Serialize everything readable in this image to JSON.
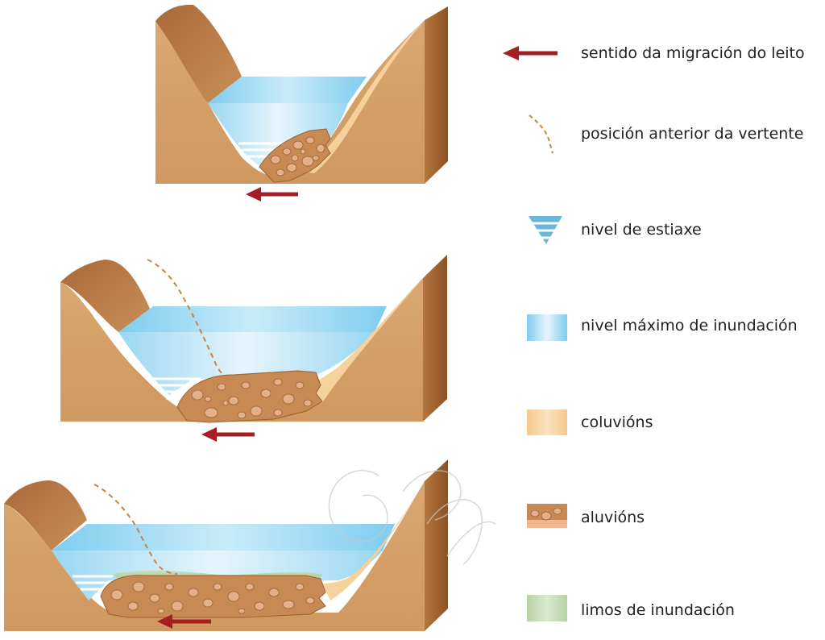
{
  "legend": {
    "items": [
      {
        "key": "arrow",
        "label": "sentido da migración do leito",
        "icon": "red-arrow-left"
      },
      {
        "key": "dashed",
        "label": "posición anterior da vertente",
        "icon": "dashed-curve"
      },
      {
        "key": "low_water",
        "label": "nivel de estiaxe",
        "icon": "water-level-triangle"
      },
      {
        "key": "max_flood",
        "label": "nivel máximo de inundación",
        "icon": "blue-swatch"
      },
      {
        "key": "colluvium",
        "label": "coluvións",
        "icon": "orange-swatch"
      },
      {
        "key": "alluvium",
        "label": "aluvións",
        "icon": "pebble-swatch"
      },
      {
        "key": "silt",
        "label": "limos de inundación",
        "icon": "green-swatch"
      }
    ]
  },
  "colors": {
    "arrow": "#a31f24",
    "dashed": "#c4834a",
    "water_light": "#dff2fb",
    "water_dark": "#8fd3f1",
    "colluvium": "#f5c98e",
    "alluvium": "#c88a55",
    "pebble": "#e3b08a",
    "silt": "#b7d2a4",
    "ground": "#d4a06a",
    "ground_side": "#a8693a",
    "ground_dark": "#8a4f22"
  }
}
